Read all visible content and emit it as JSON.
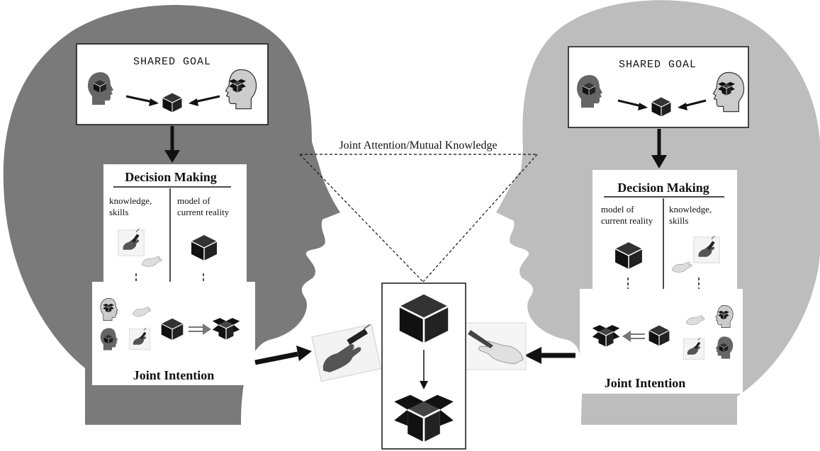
{
  "joint_attention_label": "Joint Attention/Mutual Knowledge",
  "left_agent": {
    "shared_goal_title": "SHARED GOAL",
    "decision_making_title": "Decision Making",
    "col_left_line1": "knowledge,",
    "col_left_line2": "skills",
    "col_right_line1": "model of",
    "col_right_line2": "current reality",
    "joint_intention_label": "Joint Intention"
  },
  "right_agent": {
    "shared_goal_title": "SHARED GOAL",
    "decision_making_title": "Decision Making",
    "col_left_line1": "model of",
    "col_left_line2": "current reality",
    "col_right_line1": "knowledge,",
    "col_right_line2": "skills",
    "joint_intention_label": "Joint Intention"
  },
  "colors": {
    "left_head": "#7a7a7a",
    "right_head": "#bdbdbd",
    "box_fill": "#ffffff",
    "ink": "#111111"
  }
}
